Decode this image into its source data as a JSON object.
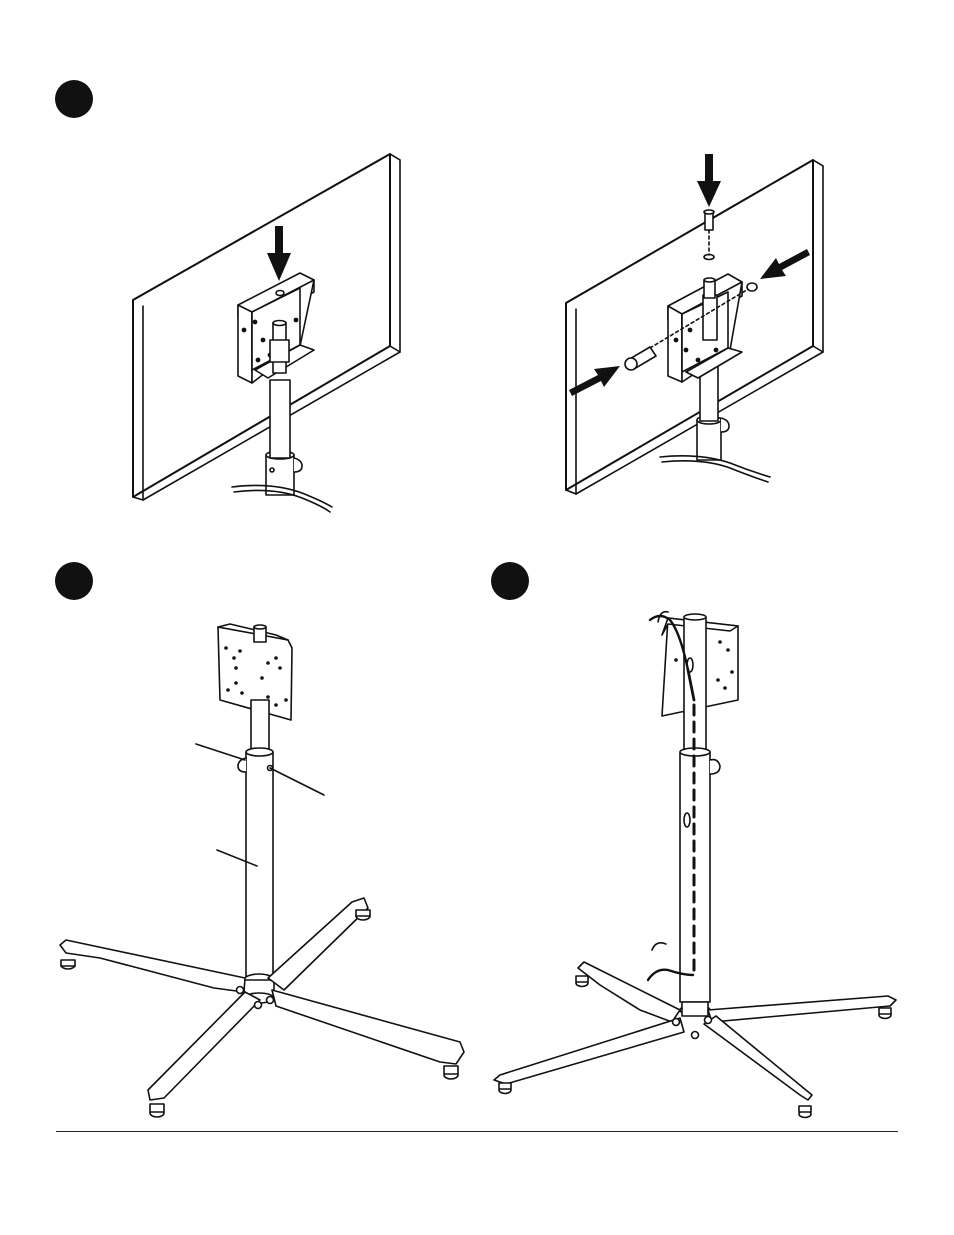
{
  "document": {
    "kind": "assembly-instruction-page",
    "steps": [
      {
        "marker": "step-1-marker",
        "panels": [
          "mount-plate-onto-pole",
          "secure-with-bolt-and-screw"
        ]
      },
      {
        "marker": "step-2-marker",
        "panels": [
          "assembled-stand-front"
        ]
      },
      {
        "marker": "step-3-marker",
        "panels": [
          "cable-routing-through-pole"
        ]
      }
    ],
    "colors": {
      "ink": "#111111",
      "paper": "#ffffff",
      "display-panel": "#ffffff"
    },
    "icons": [
      "down-arrow-icon",
      "right-arrow-icon",
      "left-arrow-icon"
    ]
  }
}
